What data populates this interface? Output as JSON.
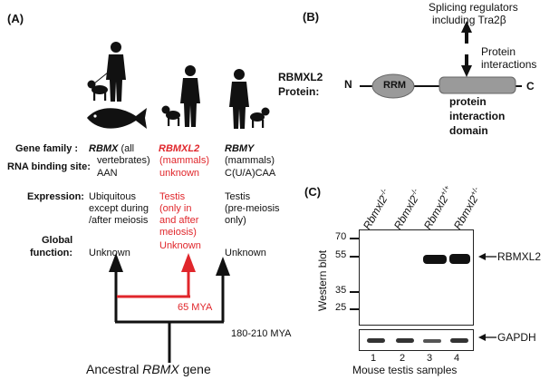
{
  "colors": {
    "red": "#e0262b",
    "black": "#111111",
    "grey": "#9a9a9a"
  },
  "panel_a": {
    "label": "(A)",
    "row_labels": {
      "gene_family": "Gene family :",
      "rna_binding": "RNA binding site:",
      "expression": "Expression:",
      "global1": "Global",
      "global2": "function:"
    },
    "rbmx": {
      "name": "RBMX",
      "name_suffix": " (all",
      "family2": "vertebrates)",
      "rna": "AAN",
      "expr": [
        "Ubiquitous",
        "except during",
        "/after meiosis"
      ],
      "func": "Unknown"
    },
    "rbmxl2": {
      "name": "RBMXL2",
      "family2": "(mammals)",
      "rna": "unknown",
      "expr": [
        "Testis",
        "(only in",
        "and after",
        "meiosis)"
      ],
      "func": "Unknown"
    },
    "rbmy": {
      "name": "RBMY",
      "family2": "(mammals)",
      "rna": "C(U/A)CAA",
      "expr": [
        "Testis",
        "(pre-meiosis",
        "only)"
      ],
      "func": "Unknown"
    },
    "tree": {
      "mya65": "65 MYA",
      "mya180": "180-210 MYA",
      "ancestral_prefix": "Ancestral ",
      "ancestral_gene": "RBMX",
      "ancestral_suffix": " gene"
    }
  },
  "panel_b": {
    "label": "(B)",
    "regulators1": "Splicing regulators",
    "regulators2": "including Tra2β",
    "interactions1": "Protein",
    "interactions2": "interactions",
    "protein1": "RBMXL2",
    "protein2": "Protein:",
    "n_term": "N",
    "c_term": "C",
    "rrm": "RRM",
    "domain1": "protein",
    "domain2": "interaction",
    "domain3": "domain"
  },
  "panel_c": {
    "label": "(C)",
    "lanes": [
      {
        "name": "Rbmxl2",
        "sup": "-/-",
        "num": "1"
      },
      {
        "name": "Rbmxl2",
        "sup": "-/-",
        "num": "2"
      },
      {
        "name": "Rbmxl2",
        "sup": "+/+",
        "num": "3"
      },
      {
        "name": "Rbmxl2",
        "sup": "+/-",
        "num": "4"
      }
    ],
    "markers": [
      "70",
      "55",
      "35",
      "25"
    ],
    "ylabel": "Western blot",
    "band_label": "RBMXL2",
    "loading_label": "GAPDH",
    "xlabel": "Mouse testis samples"
  }
}
